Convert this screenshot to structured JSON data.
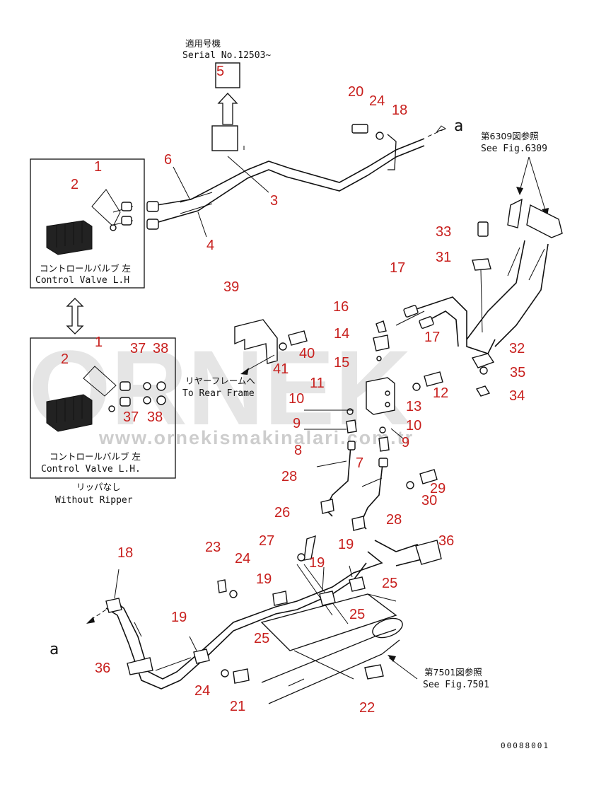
{
  "serial_note": {
    "jp": "適用号機",
    "en": "Serial No.12503~"
  },
  "upgrade_box": {
    "from": "3",
    "to": "5"
  },
  "insets": [
    {
      "jp": "コントロールバルブ 左",
      "en": "Control Valve L.H"
    },
    {
      "jp": "コントロールバルブ 左",
      "en": "Control Valve L.H."
    }
  ],
  "without_ripper": {
    "jp": "リッパなし",
    "en": "Without Ripper"
  },
  "see_fig_6309": {
    "jp": "第6309図参照",
    "en": "See Fig.6309"
  },
  "see_fig_7501": {
    "jp": "第7501図参照",
    "en": "See Fig.7501"
  },
  "to_rear_frame": {
    "jp": "リヤーフレームへ",
    "en": "To Rear Frame"
  },
  "connector_a": "a",
  "drawing_code": "00088001",
  "watermark": {
    "brand": "ORNEK",
    "url": "www.ornekismakinalari.com.tr"
  },
  "callouts": [
    "1",
    "2",
    "3",
    "4",
    "5",
    "6",
    "20",
    "24",
    "18",
    "33",
    "31",
    "17",
    "16",
    "14",
    "15",
    "17",
    "39",
    "40",
    "41",
    "11",
    "12",
    "13",
    "10",
    "10",
    "9",
    "9",
    "8",
    "7",
    "28",
    "28",
    "29",
    "30",
    "32",
    "35",
    "34",
    "26",
    "27",
    "23",
    "24",
    "19",
    "19",
    "19",
    "25",
    "25",
    "25",
    "36",
    "36",
    "18",
    "19",
    "24",
    "21",
    "22",
    "2",
    "1",
    "37",
    "38",
    "37",
    "38"
  ],
  "colors": {
    "callout": "#c8201e",
    "line": "#111111",
    "watermark": "#d0d0d0"
  }
}
